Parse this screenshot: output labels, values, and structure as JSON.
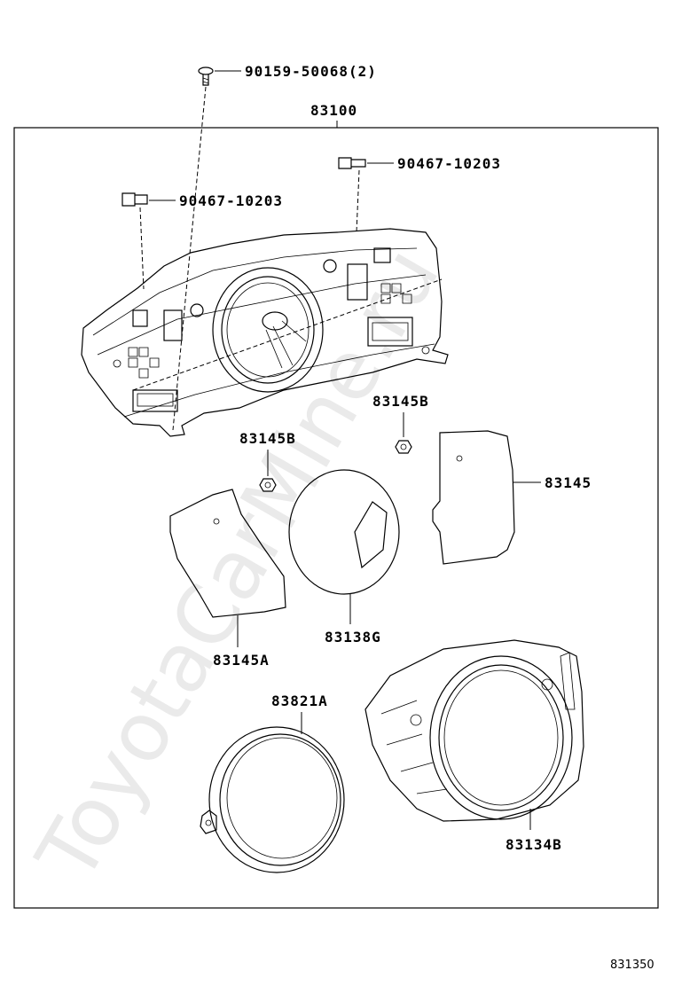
{
  "diagram": {
    "watermark": "ToyotaCarMine.ru",
    "reference_code": "831350",
    "assembly_label": "83100",
    "labels": {
      "screw": "90159-50068(2)",
      "clip_right": "90467-10203",
      "clip_left": "90467-10203",
      "nut_right": "83145B",
      "nut_left": "83145B",
      "plate_right": "83145",
      "plate_left": "83145A",
      "dial": "83138G",
      "ring": "83821A",
      "glass": "83134B"
    }
  }
}
